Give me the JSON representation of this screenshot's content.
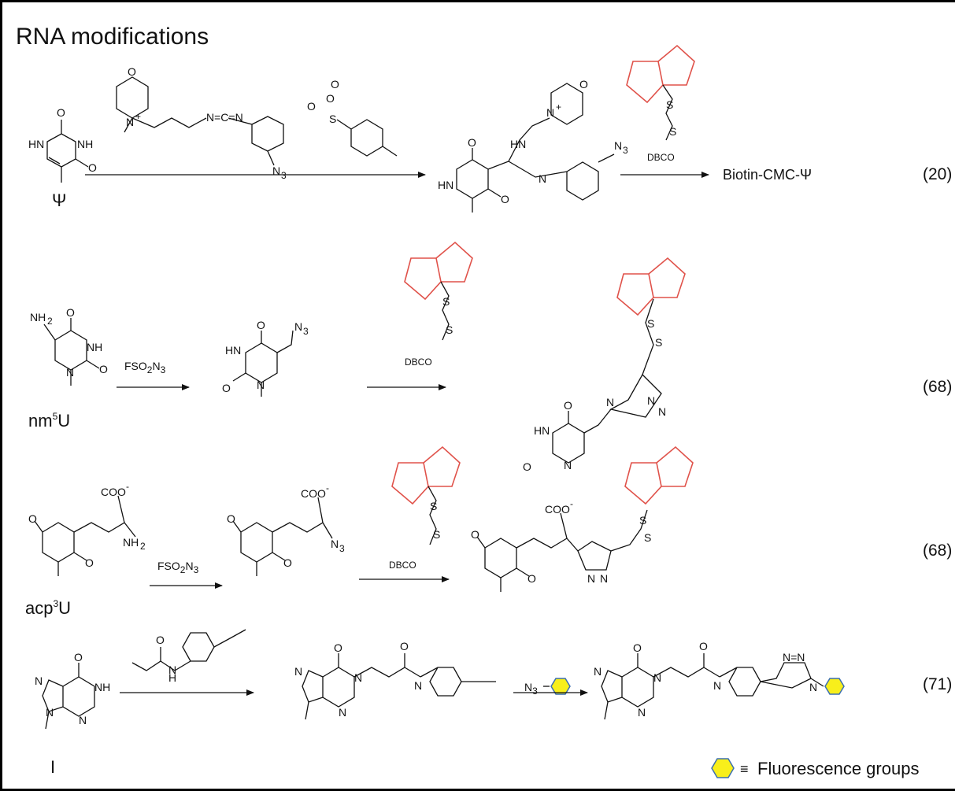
{
  "title": "RNA modifications",
  "references": [
    "(20)",
    "(68)",
    "(68)",
    "(71)"
  ],
  "modifications": {
    "psi": "Ψ",
    "nm5u": {
      "base": "nm",
      "sup": "5",
      "tail": "U"
    },
    "acp3u": {
      "base": "acp",
      "sup": "3",
      "tail": "U"
    },
    "inosine": "I"
  },
  "reagents": {
    "fso2n3": {
      "a": "FSO",
      "sub": "2",
      "b": "N",
      "sub2": "3"
    },
    "dbco": "DBCO",
    "n3": {
      "a": "N",
      "sub": "3"
    }
  },
  "products": {
    "biotin_cmc_psi": "Biotin-CMC-Ψ"
  },
  "legend": {
    "symbol": "≡",
    "label": "Fluorescence groups"
  },
  "colors": {
    "biotin": "#e0524a",
    "fluor_fill": "#f8ef1b",
    "fluor_stroke": "#3c6fb0"
  }
}
